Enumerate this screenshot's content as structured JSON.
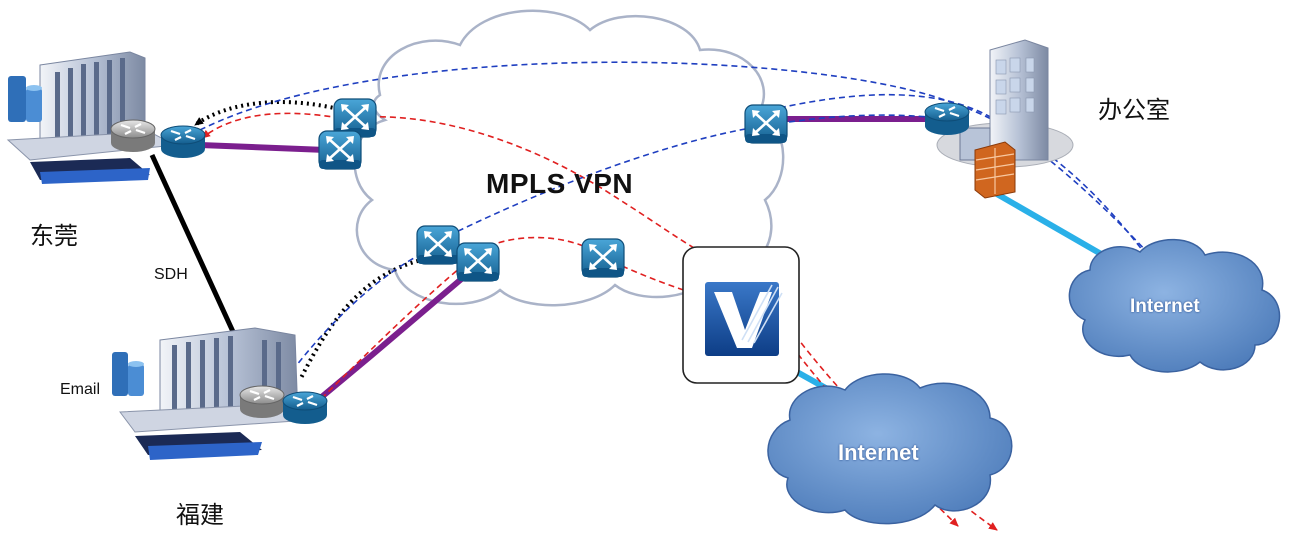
{
  "labels": {
    "cloud": "MPLS VPN",
    "site_dongguan": "东莞",
    "site_fujian": "福建",
    "site_office": "办公室",
    "link_sdh": "SDH",
    "server_email": "Email",
    "internet_bottom": "Internet",
    "internet_right": "Internet"
  },
  "icons": {
    "router": "router-icon",
    "switch": "atm-switch-icon",
    "datacenter": "datacenter-building-icon",
    "office": "office-building-icon",
    "firewall": "firewall-icon",
    "gateway": "v-gateway-logo-icon"
  },
  "colors": {
    "purple_link": "#7b1f8e",
    "sdh_link": "#000000",
    "internet_link": "#2ab0e8",
    "red_flow": "#e02020",
    "blue_flow": "#1f3fc0",
    "black_flow": "#000000",
    "router_blue": "#1f7fb8",
    "cloud_fill": "#6f98cf"
  }
}
